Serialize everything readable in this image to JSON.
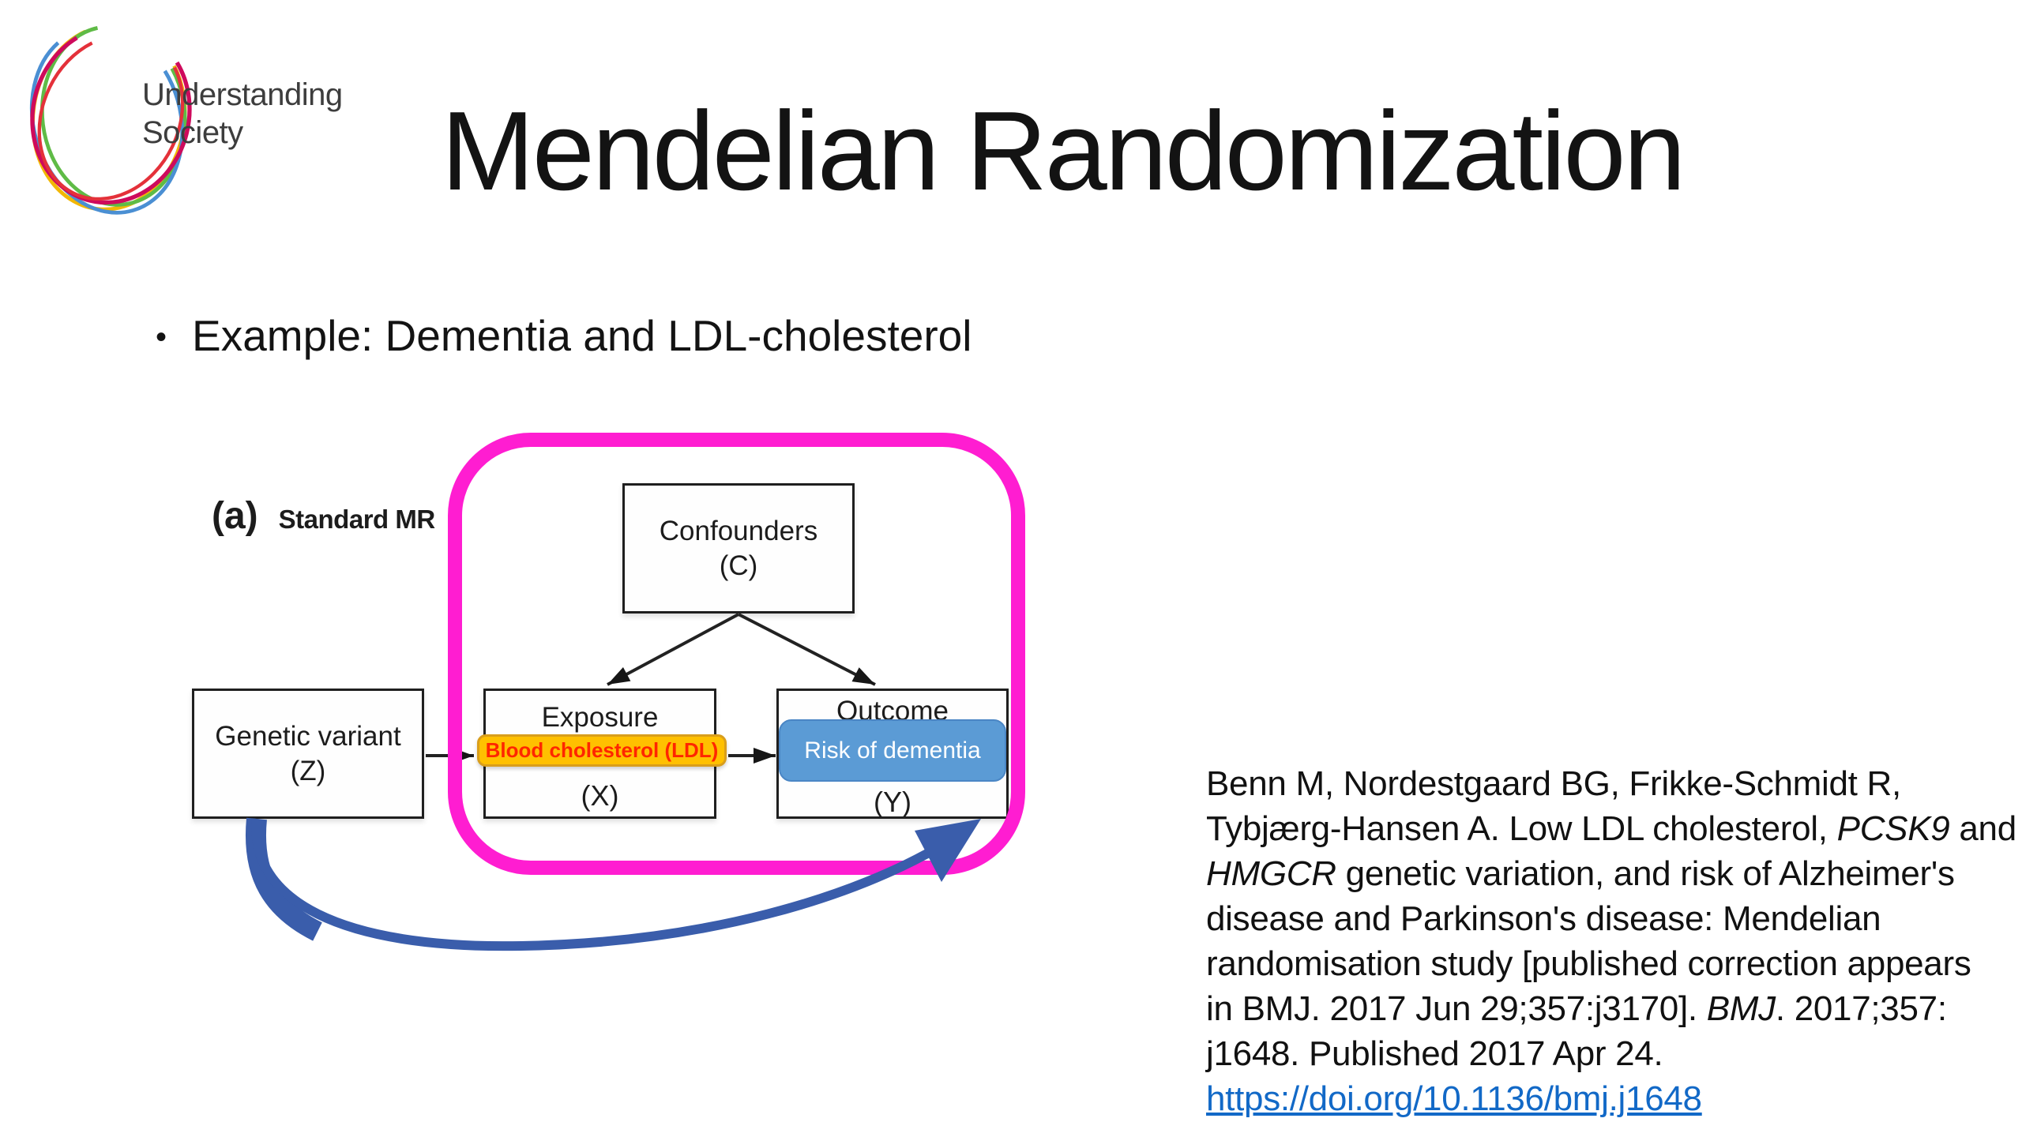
{
  "logo": {
    "line1": "Understanding",
    "line2": "Society",
    "ring_colors": [
      "#f2b705",
      "#5fbb46",
      "#4a8fd3",
      "#ce0a5c",
      "#e4313a"
    ]
  },
  "slide": {
    "title": "Mendelian Randomization",
    "bullet_marker": "•",
    "bullet_text": "Example: Dementia and LDL-cholesterol"
  },
  "diagram": {
    "panel_label": "(a)",
    "panel_title": "Standard MR",
    "confounders": {
      "line1": "Confounders",
      "line2": "(C)"
    },
    "genetic": {
      "line1": "Genetic variant",
      "line2": "(Z)"
    },
    "exposure": {
      "title": "Exposure",
      "tag": "Blood cholesterol (LDL)",
      "letter": "(X)"
    },
    "outcome": {
      "title": "Outcome",
      "tag": "Risk of dementia",
      "letter": "(Y)"
    }
  },
  "citation": {
    "lines": [
      {
        "runs": [
          {
            "t": "Benn M, Nordestgaard BG, Frikke-Schmidt R,"
          }
        ]
      },
      {
        "runs": [
          {
            "t": "Tybjærg-Hansen A. Low LDL cholesterol, "
          },
          {
            "t": "PCSK9",
            "i": true
          },
          {
            "t": " and"
          }
        ]
      },
      {
        "runs": [
          {
            "t": "HMGCR",
            "i": true
          },
          {
            "t": " genetic variation, and risk of Alzheimer's"
          }
        ]
      },
      {
        "runs": [
          {
            "t": "disease and Parkinson's disease: Mendelian"
          }
        ]
      },
      {
        "runs": [
          {
            "t": "randomisation study [published correction appears"
          }
        ]
      },
      {
        "runs": [
          {
            "t": "in BMJ. 2017 Jun 29;357:j3170]. "
          },
          {
            "t": "BMJ",
            "i": true
          },
          {
            "t": ". 2017;357:"
          }
        ]
      },
      {
        "runs": [
          {
            "t": "j1648. Published 2017 Apr 24."
          }
        ]
      }
    ],
    "link": "https://doi.org/10.1136/bmj.j1648"
  },
  "colors": {
    "highlight_outline": "#ff1dd1",
    "exposure_tag_bg": "#ffc000",
    "exposure_tag_border": "#d99e1b",
    "exposure_tag_text": "#ff2600",
    "outcome_tag_bg": "#5b9bd5",
    "outcome_tag_border": "#4a86c5",
    "outcome_tag_text": "#ffffff",
    "causal_arrow": "#3a5dab",
    "link": "#1269c7",
    "logo_text": "#3d3d3d"
  }
}
